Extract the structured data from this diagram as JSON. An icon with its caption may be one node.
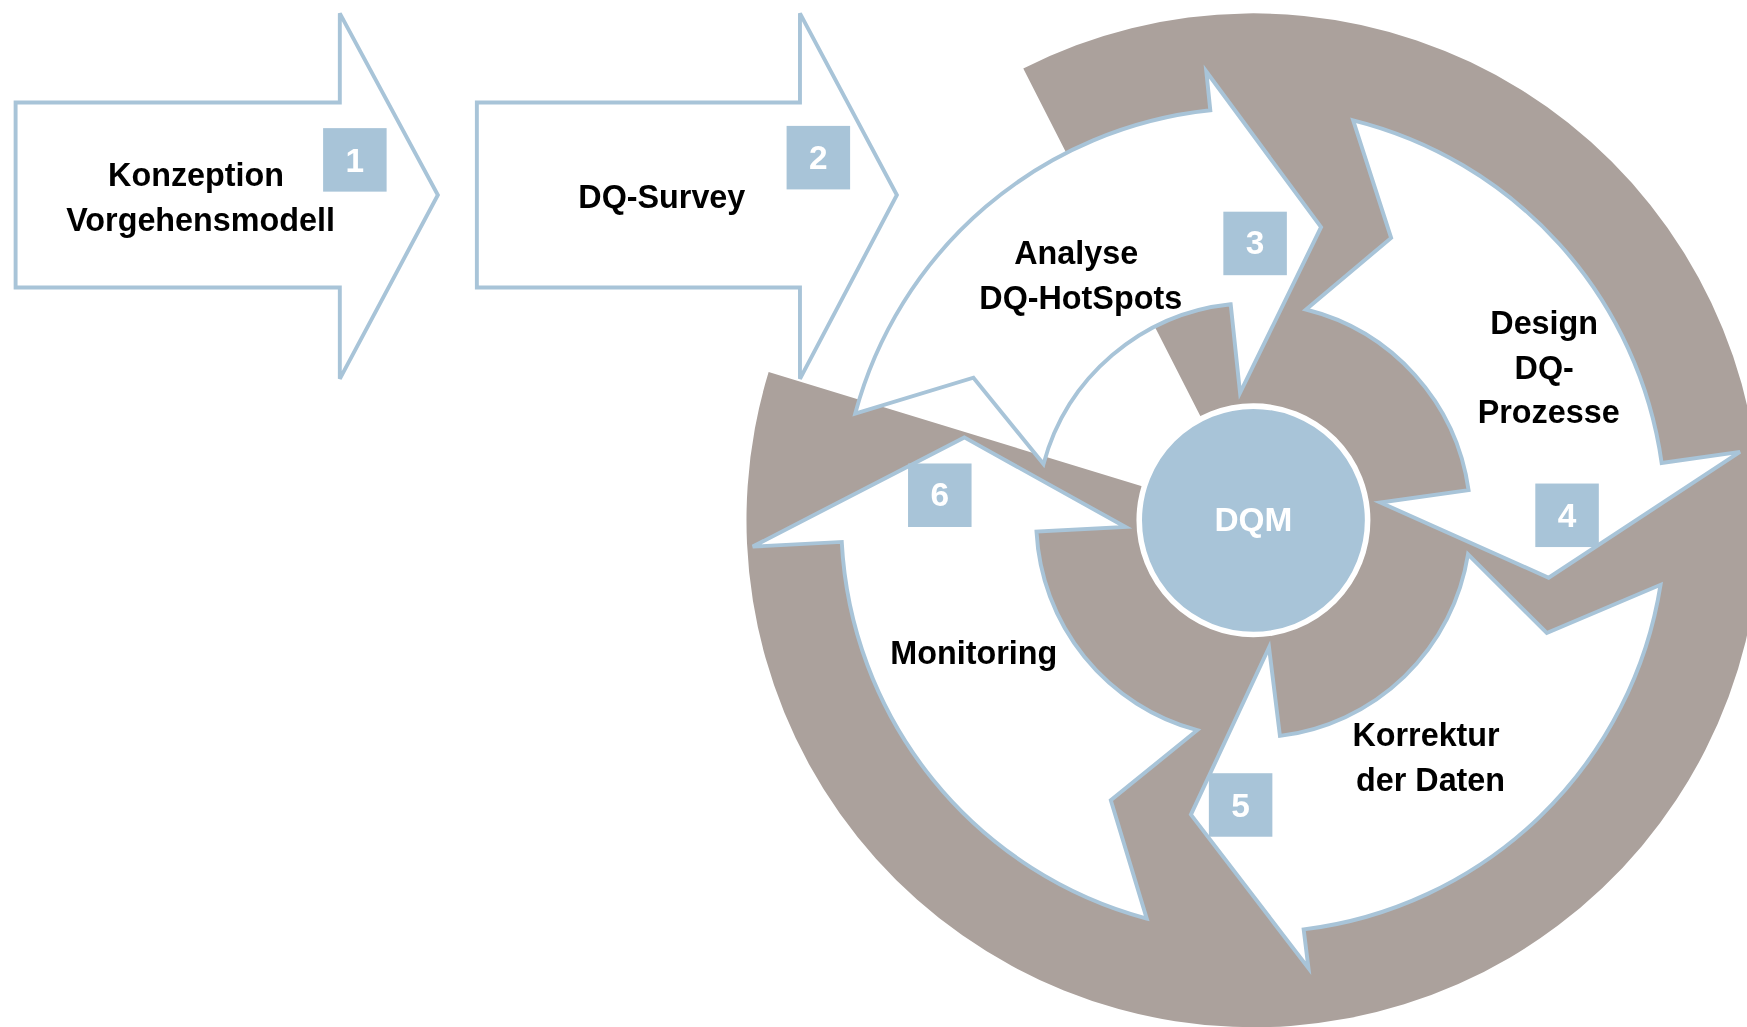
{
  "diagram": {
    "nodes": [
      {
        "text": [
          "Konzeption Vorgehensmodell"
        ]
      },
      {
        "text": [
          "1"
        ],
        "in": 0
      },
      {
        "text": [
          "DQ-Survey"
        ]
      },
      {
        "text": [
          "2"
        ],
        "in": 2
      },
      {
        "text": [
          "Analyse DQ-HotSpots"
        ]
      },
      {
        "text": [
          "3"
        ],
        "in": 4
      },
      {
        "text": [
          "Design DQ- Prozesse"
        ]
      },
      {
        "text": [
          "4"
        ],
        "in": 6
      },
      {
        "text": [
          "Korrektur der Daten"
        ]
      },
      {
        "text": [
          "5"
        ],
        "in": 8
      },
      {
        "text": [
          "Monitoring"
        ]
      },
      {
        "text": [
          "6"
        ],
        "in": 10
      },
      {
        "text": [
          "DQM"
        ]
      }
    ],
    "edges": []
  }
}
